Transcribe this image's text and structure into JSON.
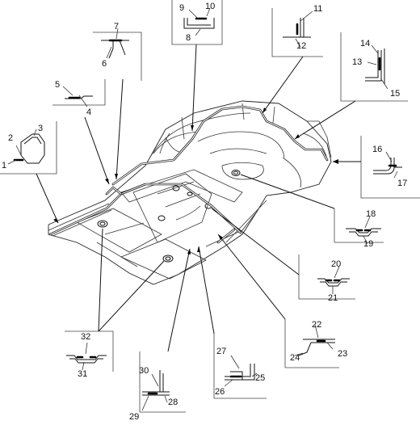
{
  "callouts": [
    {
      "id": "1",
      "label": "1"
    },
    {
      "id": "2",
      "label": "2"
    },
    {
      "id": "3",
      "label": "3"
    },
    {
      "id": "4",
      "label": "4"
    },
    {
      "id": "5",
      "label": "5"
    },
    {
      "id": "6",
      "label": "6"
    },
    {
      "id": "7",
      "label": "7"
    },
    {
      "id": "8",
      "label": "8"
    },
    {
      "id": "9",
      "label": "9"
    },
    {
      "id": "10",
      "label": "10"
    },
    {
      "id": "11",
      "label": "11"
    },
    {
      "id": "12",
      "label": "12"
    },
    {
      "id": "13",
      "label": "13"
    },
    {
      "id": "14",
      "label": "14"
    },
    {
      "id": "15",
      "label": "15"
    },
    {
      "id": "16",
      "label": "16"
    },
    {
      "id": "17",
      "label": "17"
    },
    {
      "id": "18",
      "label": "18"
    },
    {
      "id": "19",
      "label": "19"
    },
    {
      "id": "20",
      "label": "20"
    },
    {
      "id": "21",
      "label": "21"
    },
    {
      "id": "22",
      "label": "22"
    },
    {
      "id": "23",
      "label": "23"
    },
    {
      "id": "24",
      "label": "24"
    },
    {
      "id": "25",
      "label": "25"
    },
    {
      "id": "26",
      "label": "26"
    },
    {
      "id": "27",
      "label": "27"
    },
    {
      "id": "28",
      "label": "28"
    },
    {
      "id": "29",
      "label": "29"
    },
    {
      "id": "30",
      "label": "30"
    },
    {
      "id": "31",
      "label": "31"
    },
    {
      "id": "32",
      "label": "32"
    }
  ]
}
